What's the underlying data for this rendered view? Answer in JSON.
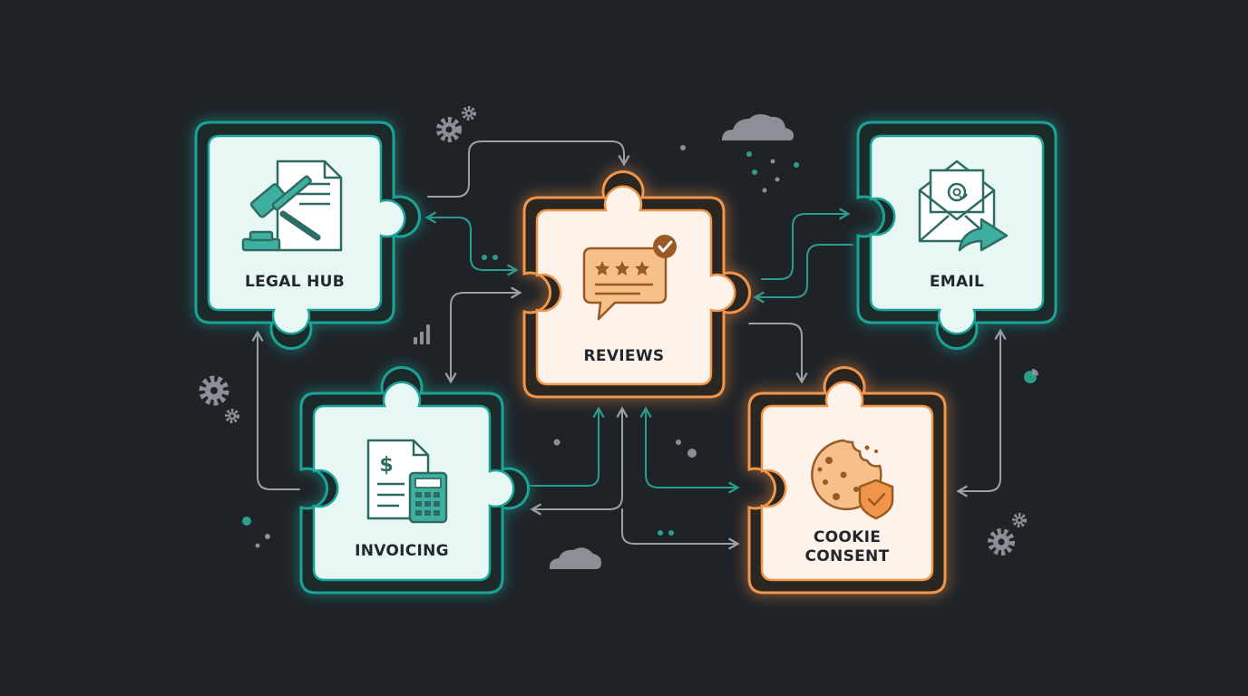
{
  "pieces": [
    {
      "id": "legal-hub",
      "label_lines": [
        "LEGAL HUB"
      ],
      "theme": "teal",
      "icon": "gavel-document-icon"
    },
    {
      "id": "reviews",
      "label_lines": [
        "REVIEWS"
      ],
      "theme": "orange",
      "icon": "review-stars-chat-icon"
    },
    {
      "id": "email",
      "label_lines": [
        "EMAIL"
      ],
      "theme": "teal",
      "icon": "envelope-at-icon"
    },
    {
      "id": "invoicing",
      "label_lines": [
        "INVOICING"
      ],
      "theme": "teal",
      "icon": "invoice-calculator-icon"
    },
    {
      "id": "cookie-consent",
      "label_lines": [
        "COOKIE",
        "CONSENT"
      ],
      "theme": "orange",
      "icon": "cookie-shield-icon"
    }
  ],
  "theme": {
    "background": "#1f2328",
    "teal": "#1aa398",
    "teal_fill": "#e6f7f4",
    "orange": "#f0954a",
    "orange_fill": "#fdf3ea",
    "connector": "#9aa2a8",
    "connector_teal": "#2a9d8f",
    "icon_dark": "#2d6b63",
    "icon_accent": "#3fb0a0"
  }
}
